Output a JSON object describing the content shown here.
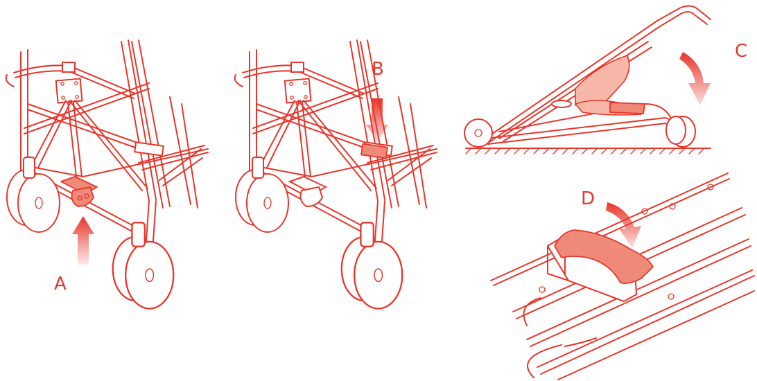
{
  "colors": {
    "line": "#e8352a",
    "accent": "#f08a78",
    "accent_light": "#f6b6a8",
    "background": "#ffffff"
  },
  "steps": [
    {
      "id": "A",
      "label": "A"
    },
    {
      "id": "B",
      "label": "B"
    },
    {
      "id": "C",
      "label": "C"
    },
    {
      "id": "D",
      "label": "D"
    }
  ]
}
